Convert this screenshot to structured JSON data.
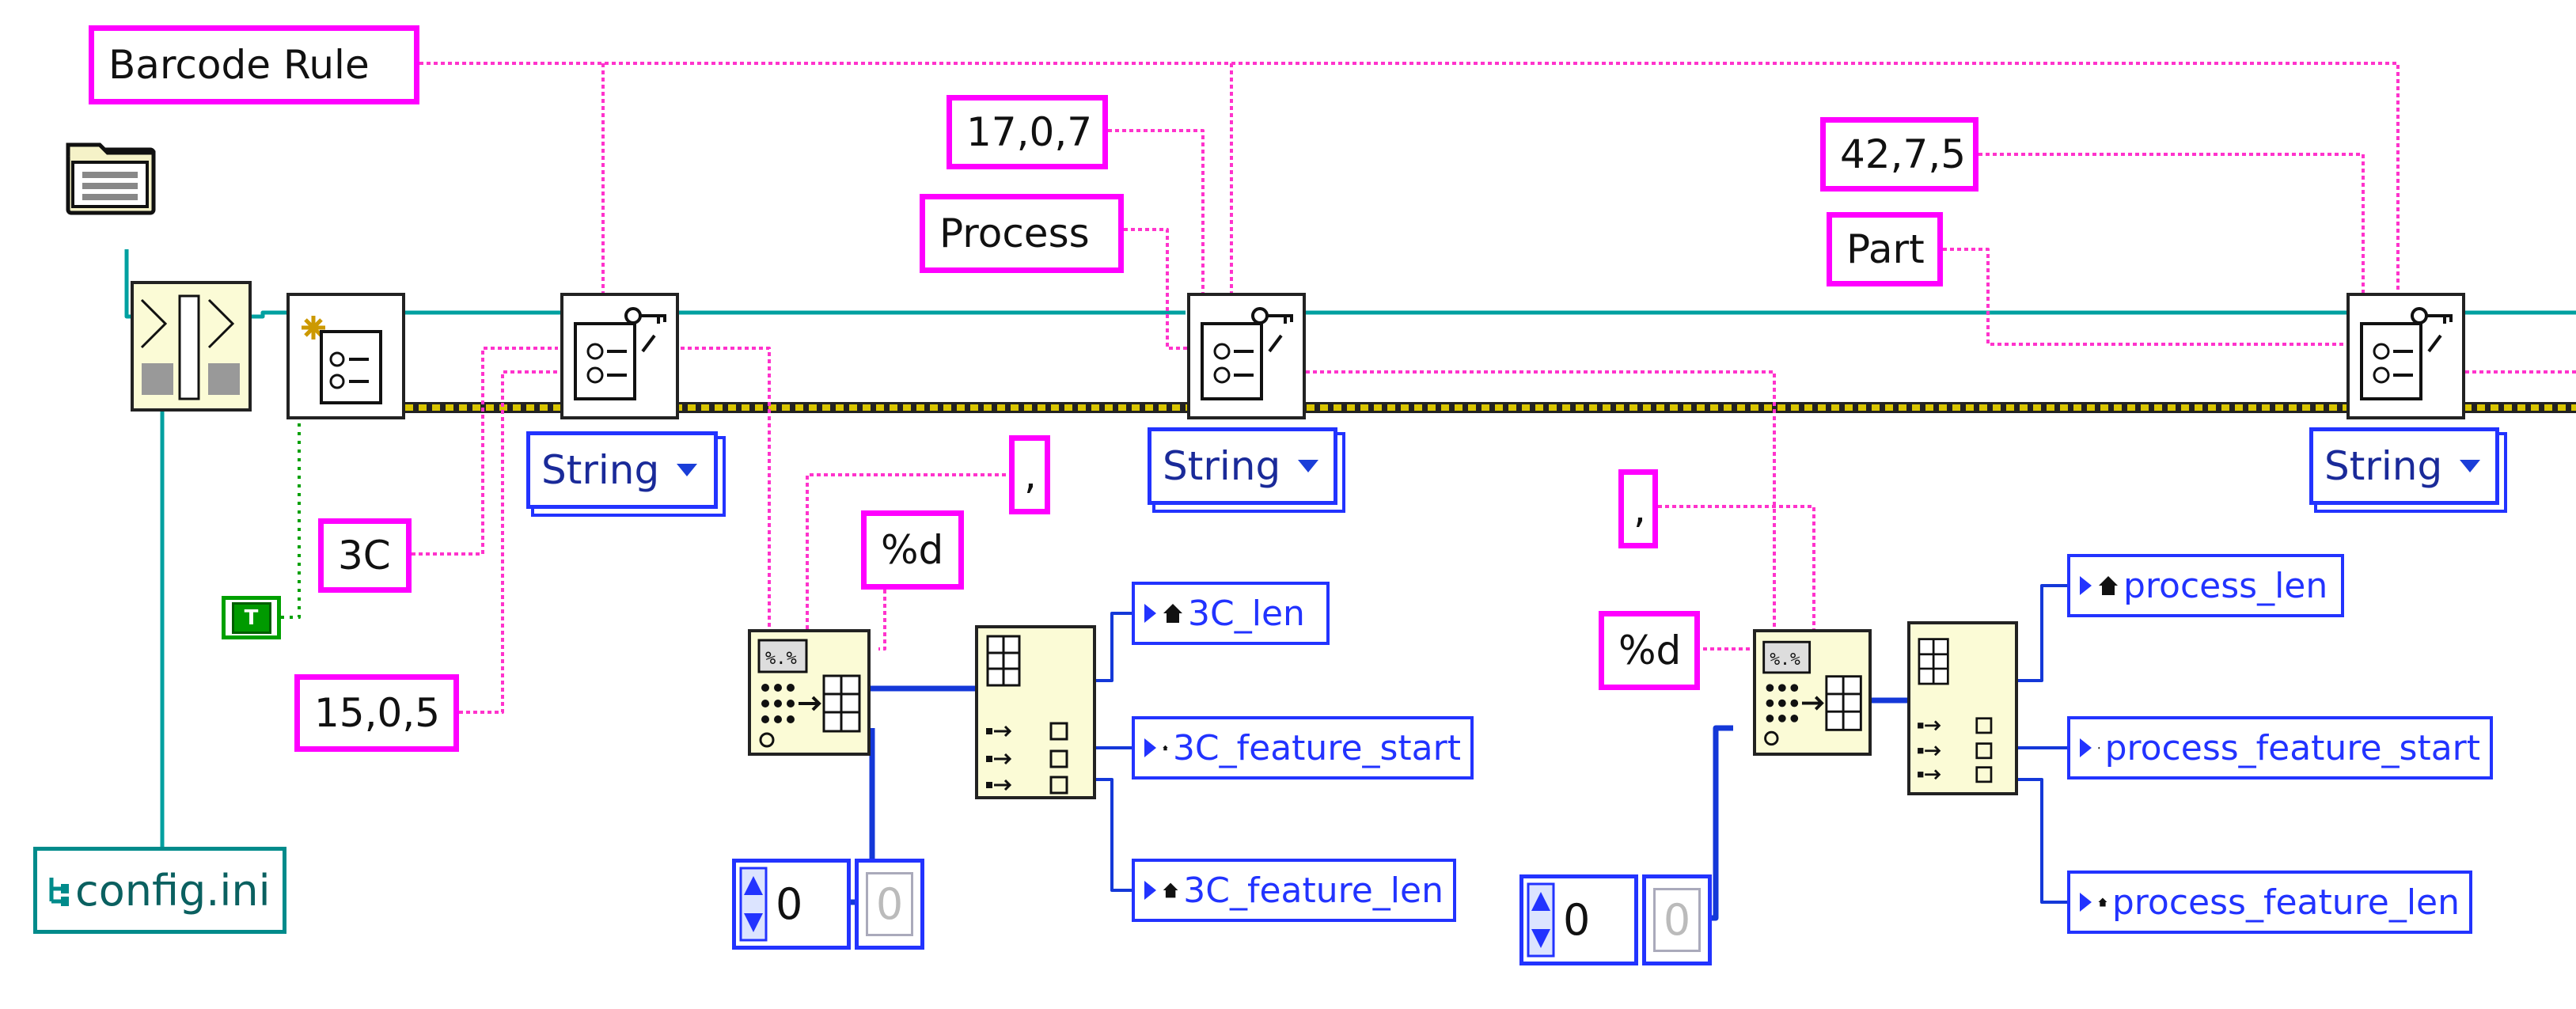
{
  "constants": {
    "barcode_rule": "Barcode Rule",
    "c17": "17,0,7",
    "process": "Process",
    "c42": "42,7,5",
    "part": "Part",
    "c3c": "3C",
    "c15": "15,0,5",
    "d1": "%d",
    "comma1": ",",
    "comma2": ",",
    "d2": "%d"
  },
  "rings": {
    "r1": "String",
    "r2": "String",
    "r3": "String"
  },
  "config_path": "config.ini",
  "bool_constant": "T",
  "numeric": {
    "control1": "0",
    "indicator1": "0",
    "control2": "0",
    "indicator2": "0"
  },
  "locals": {
    "l1": "3C_len",
    "l2": "3C_feature_start",
    "l3": "3C_feature_len",
    "l4": "process_len",
    "l5": "process_feature_start",
    "l6": "process_feature_len"
  },
  "colors": {
    "string_wire": "#ff33cc",
    "refnum_wire": "#00a0a0",
    "error_wire": "#c8b400",
    "numeric_wire": "#1438d8",
    "boolean_wire": "#00a000",
    "subvi_bg": "#fbfbd6"
  }
}
